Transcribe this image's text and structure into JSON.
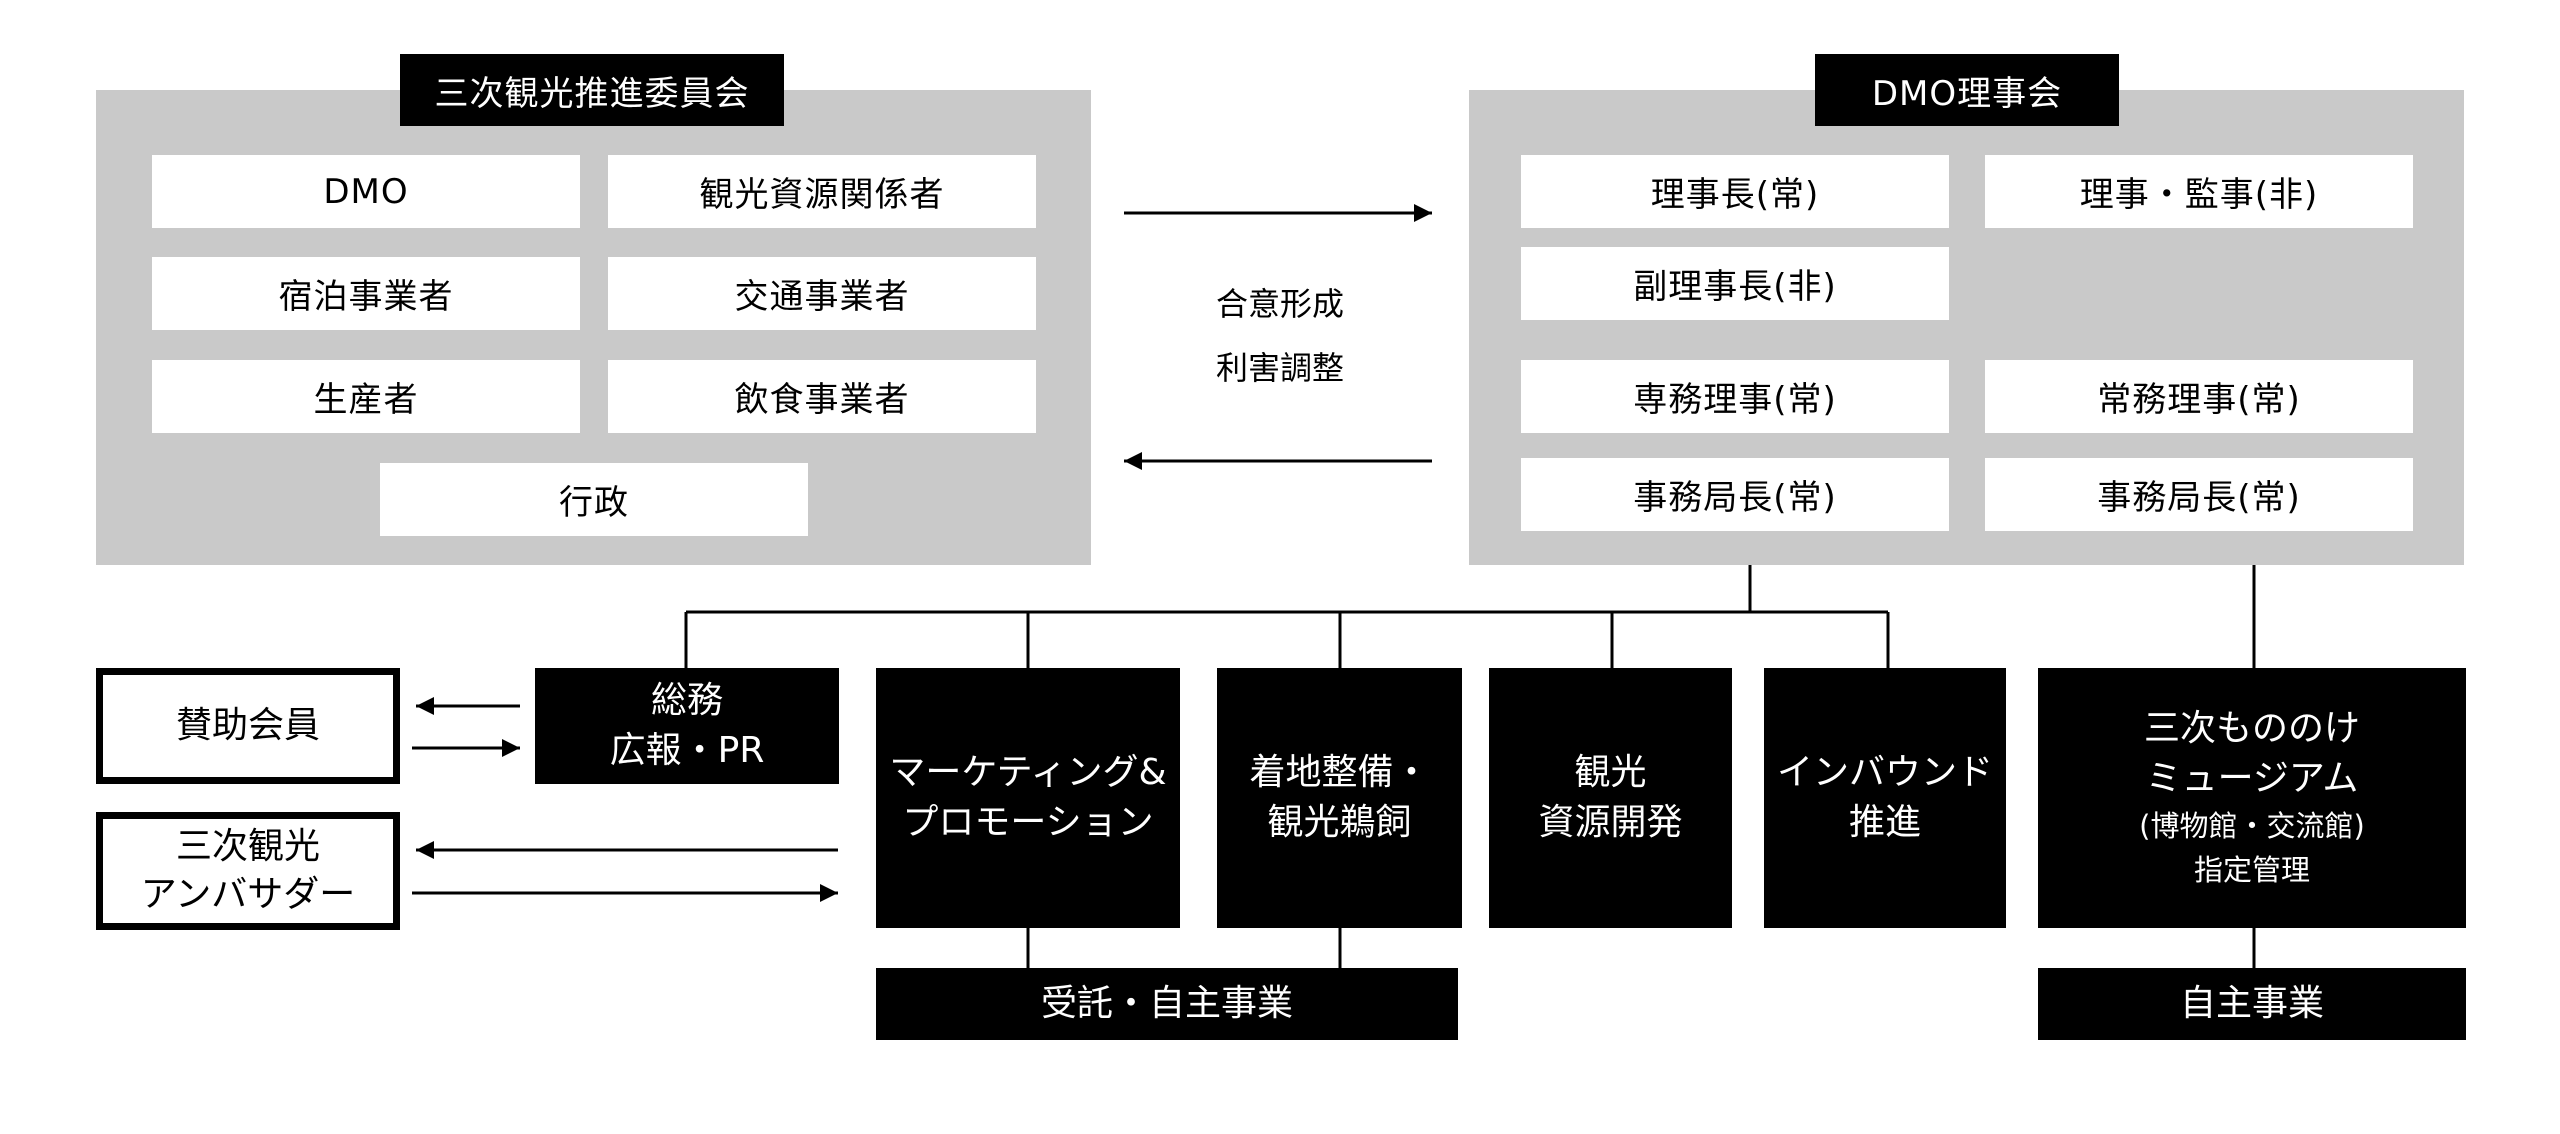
{
  "left_group": {
    "title": "三次観光推進委員会",
    "members": [
      "DMO",
      "観光資源関係者",
      "宿泊事業者",
      "交通事業者",
      "生産者",
      "飲食事業者",
      "行政"
    ]
  },
  "center": {
    "line1": "合意形成",
    "line2": "利害調整"
  },
  "right_group": {
    "title": "DMO理事会",
    "members": [
      "理事長(常)",
      "理事・監事(非)",
      "副理事長(非)",
      "専務理事(常)",
      "常務理事(常)",
      "事務局長(常)",
      "事務局長(常)"
    ]
  },
  "departments": {
    "general": [
      "総務",
      "広報・PR"
    ],
    "marketing": [
      "マーケティング&",
      "プロモーション"
    ],
    "landing": [
      "着地整備・",
      "観光鵜飼"
    ],
    "resources": [
      "観光",
      "資源開発"
    ],
    "inbound": [
      "インバウンド",
      "推進"
    ],
    "museum": [
      "三次もののけ",
      "ミュージアム",
      "(博物館・交流館)",
      "指定管理"
    ]
  },
  "bottom": {
    "contract": "受託・自主事業",
    "own": "自主事業"
  },
  "outside": {
    "supporters": "賛助会員",
    "ambassador": [
      "三次観光",
      "アンバサダー"
    ]
  },
  "colors": {
    "panel": "#c9c9c9",
    "dark": "#000000",
    "light": "#ffffff"
  }
}
